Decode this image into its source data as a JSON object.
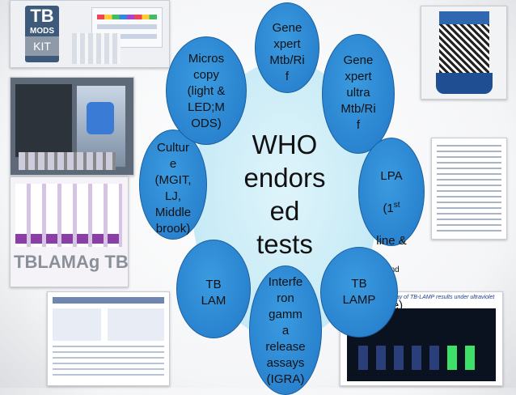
{
  "center": {
    "label": "WHO\nendors\ned\ntests"
  },
  "nodes": [
    {
      "id": "genexpert",
      "text": "Gene\nxpert\nMtb/Ri\nf"
    },
    {
      "id": "genexpert-ultra",
      "text": "Gene\nxpert\nultra\nMtb/Ri\nf"
    },
    {
      "id": "lpa",
      "line1": "LPA",
      "line2a": "(1",
      "line2sup": "st",
      "line3": "line &",
      "line4a": "2",
      "line4sup": "nd",
      "line5": "line)"
    },
    {
      "id": "tb-lamp",
      "text": "TB\nLAMP"
    },
    {
      "id": "igra",
      "text": "Interfe\nron\ngamm\na\nrelease\nassays\n(IGRA)"
    },
    {
      "id": "tb-lam",
      "text": "TB\nLAM"
    },
    {
      "id": "culture",
      "text": "Cultur\ne\n(MGIT,\nLJ,\nMiddle\nbrook)"
    },
    {
      "id": "microscopy",
      "text": "Micros\ncopy\n(light &\nLED;M\nODS)"
    }
  ],
  "photos": {
    "mods_kit": {
      "badge_top": "TB",
      "badge_bottom": "MODS",
      "badge_kit": "KIT"
    },
    "tblamag": {
      "text": "TBLAMAg TB"
    },
    "tblamp_figure": {
      "caption": "Figure 2. Visual display of TB-LAMP results under ultraviolet light"
    }
  },
  "colors": {
    "node_fill": "#2a83cf",
    "center_fill": "#c8ebf6"
  }
}
